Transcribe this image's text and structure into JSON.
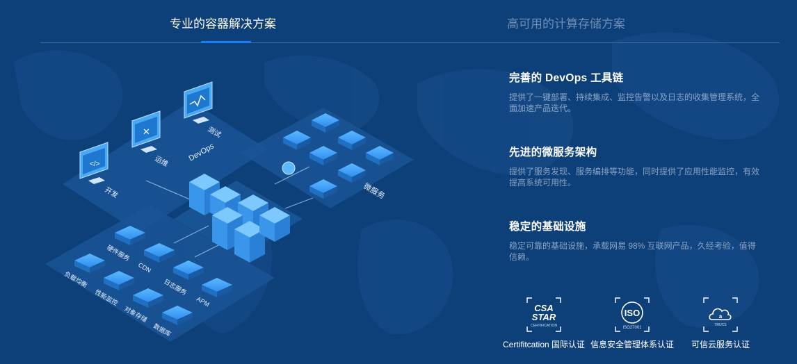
{
  "tabs": [
    {
      "label": "专业的容器解决方案",
      "active": true
    },
    {
      "label": "高可用的计算存储方案",
      "active": false
    }
  ],
  "diagram": {
    "devops_group_label": "DevOps",
    "devops_items": [
      "开发",
      "运维",
      "测试"
    ],
    "microservice_group_label": "微服务",
    "infra_items": [
      "硬件服务",
      "CDN",
      "日志服务",
      "APM",
      "负载均衡",
      "性能监控",
      "对象存储",
      "数据库"
    ]
  },
  "features": [
    {
      "title": "完善的 DevOps 工具链",
      "desc": "提供了一键部署、持续集成、监控告警以及日志的收集管理系统，全面加速产品迭代。"
    },
    {
      "title": "先进的微服务架构",
      "desc": "提供了服务发现、服务编排等功能，同时提供了应用性能监控，有效提高系统可用性。"
    },
    {
      "title": "稳定的基础设施",
      "desc": "稳定可靠的基础设施，承载网易 98% 互联网产品，久经考验，值得信赖。"
    }
  ],
  "certs": [
    {
      "label": "Certifitcation 国际认证",
      "badge_lines": [
        "CSA",
        "STAR",
        "CERTIFICATION"
      ],
      "icon": "csa-star-badge-icon"
    },
    {
      "label": "信息安全管理体系认证",
      "badge_lines": [
        "ISO",
        "ISO27001"
      ],
      "icon": "iso-badge-icon"
    },
    {
      "label": "可信云服务认证",
      "badge_lines": [
        "TRUCS"
      ],
      "icon": "trusted-cloud-badge-icon"
    }
  ],
  "colors": {
    "background": "#0d3f78",
    "accent": "#1e7cff",
    "tile": "#3aa0f5",
    "muted_text": "#8ba4c4"
  }
}
